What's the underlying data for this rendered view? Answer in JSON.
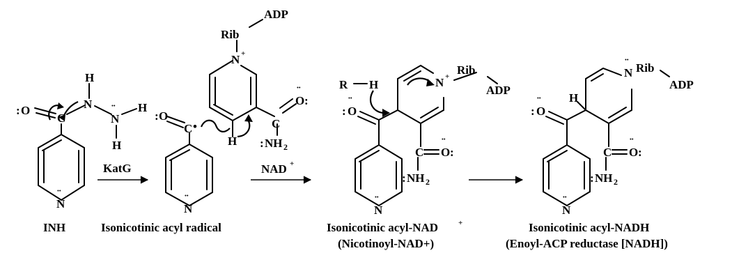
{
  "captions": {
    "inh": "INH",
    "radical": "Isonicotinic acyl radical",
    "acyl_nad": "Isonicotinic acyl-NAD",
    "acyl_nad_sup": "+",
    "acyl_nad_alt": "(Nicotinoyl-NAD+)",
    "acyl_nadh": "Isonicotinic acyl-NADH",
    "acyl_nadh_alt": "(Enoyl-ACP reductase [NADH])"
  },
  "reagents": {
    "katg": "KatG",
    "nad": "NAD",
    "nad_sup": "+"
  },
  "atoms": {
    "O": "O",
    "C": "C",
    "N": "N",
    "H": "H",
    "R": "R",
    "rib": "Rib",
    "adp": "ADP",
    "nh": "NH",
    "two": "2",
    "plus": "+",
    "lone_pair_colon": ":",
    "lone_pair_dots": "¨",
    "radical_dot": "•"
  }
}
